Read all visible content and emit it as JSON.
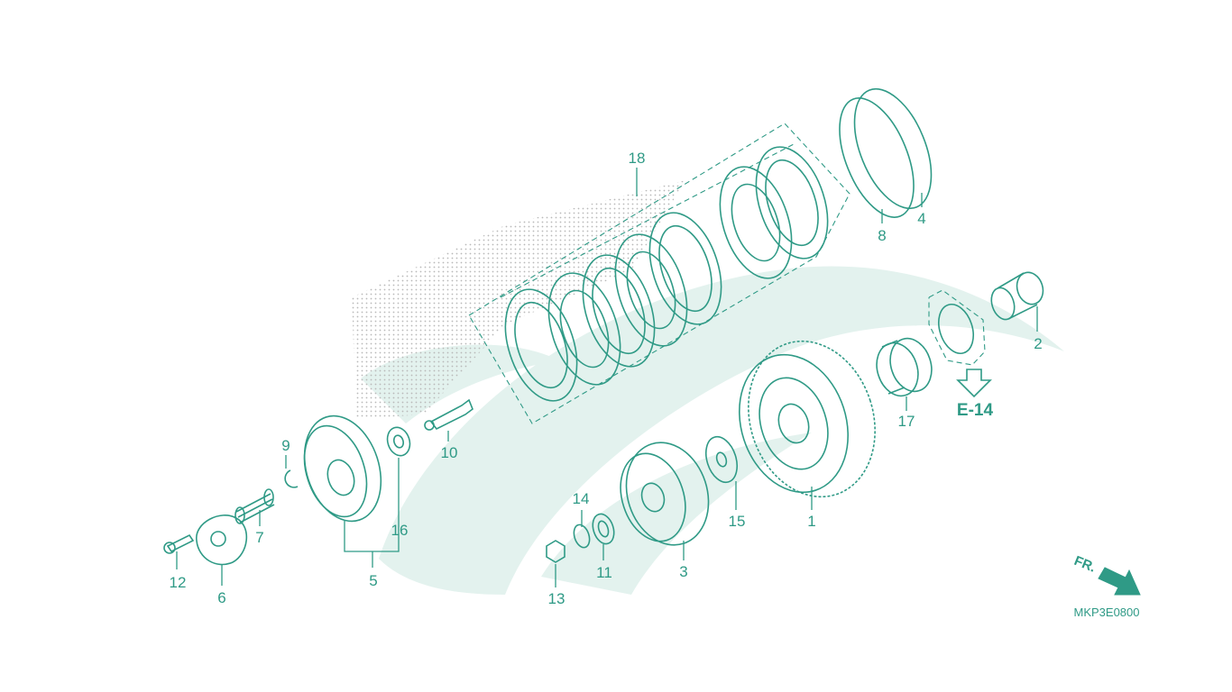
{
  "colors": {
    "line": "#2f9a86",
    "watermark": "#e3f2ee",
    "background": "#ffffff"
  },
  "diagram": {
    "callouts": [
      {
        "id": "1",
        "label": "1"
      },
      {
        "id": "2",
        "label": "2"
      },
      {
        "id": "3",
        "label": "3"
      },
      {
        "id": "4",
        "label": "4"
      },
      {
        "id": "5",
        "label": "5"
      },
      {
        "id": "6",
        "label": "6"
      },
      {
        "id": "7",
        "label": "7"
      },
      {
        "id": "8",
        "label": "8"
      },
      {
        "id": "9",
        "label": "9"
      },
      {
        "id": "10",
        "label": "10"
      },
      {
        "id": "11",
        "label": "11"
      },
      {
        "id": "12",
        "label": "12"
      },
      {
        "id": "13",
        "label": "13"
      },
      {
        "id": "14",
        "label": "14"
      },
      {
        "id": "15",
        "label": "15"
      },
      {
        "id": "16",
        "label": "16"
      },
      {
        "id": "17",
        "label": "17"
      },
      {
        "id": "18",
        "label": "18"
      }
    ],
    "reference": "E-14",
    "direction": "FR.",
    "drawing_code": "MKP3E0800"
  }
}
